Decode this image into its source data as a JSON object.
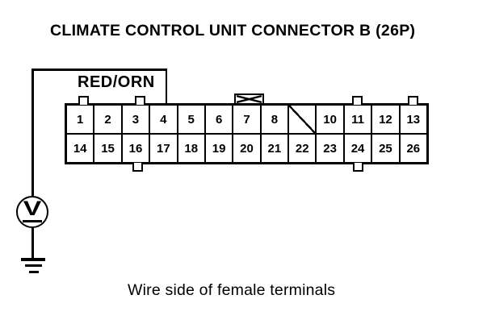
{
  "page": {
    "title": "CLIMATE CONTROL UNIT CONNECTOR B (26P)",
    "caption": "Wire side of female terminals",
    "ink": "#000000",
    "paper": "#ffffff"
  },
  "wire": {
    "label": "RED/ORN"
  },
  "connector": {
    "top_row_pins": [
      "1",
      "2",
      "3",
      "4",
      "5",
      "6",
      "7",
      "8",
      "",
      "10",
      "11",
      "12",
      "13"
    ],
    "bottom_row_pins": [
      "14",
      "15",
      "16",
      "17",
      "18",
      "19",
      "20",
      "21",
      "22",
      "23",
      "24",
      "25",
      "26"
    ],
    "blocked_pin_slot": "between 8 and 10 (diagonal slash, no pin 9)"
  },
  "meter": {
    "label": "V"
  }
}
